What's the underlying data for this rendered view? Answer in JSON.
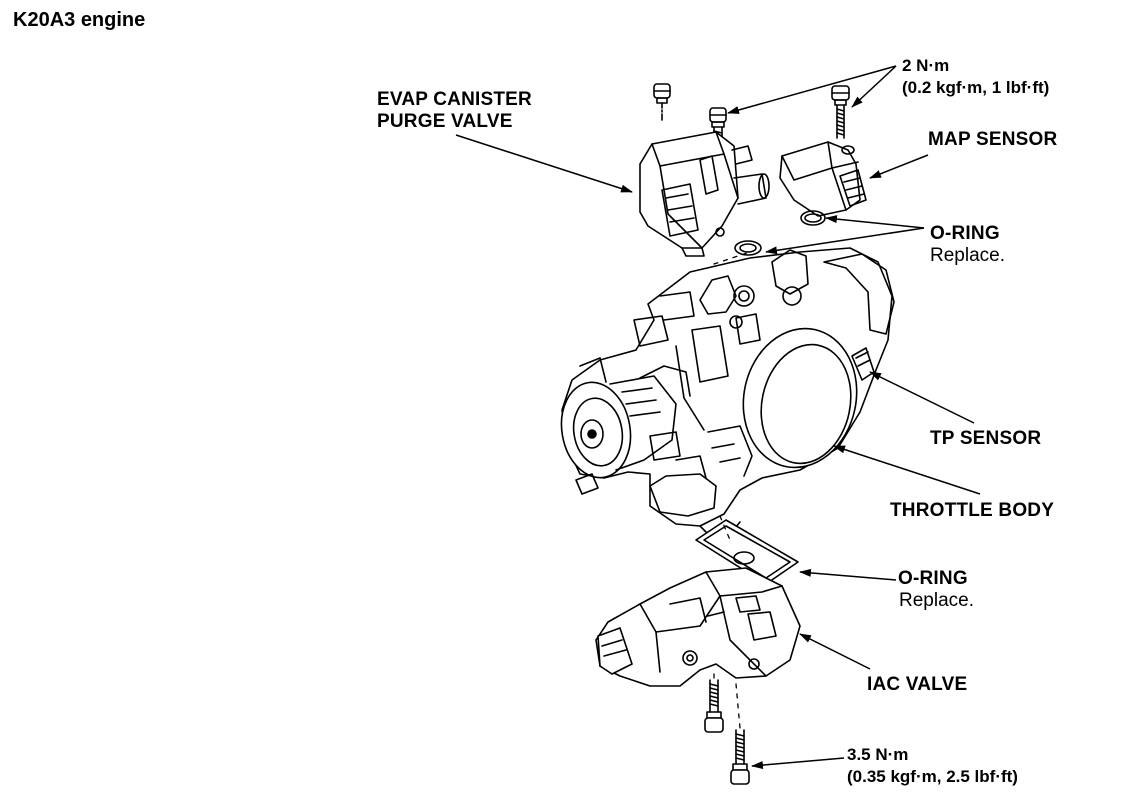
{
  "title": "K20A3 engine",
  "labels": {
    "evap_line1": "EVAP CANISTER",
    "evap_line2": "PURGE VALVE",
    "map_sensor": "MAP SENSOR",
    "o_ring": "O-RING",
    "replace": "Replace.",
    "tp_sensor": "TP SENSOR",
    "throttle_body": "THROTTLE BODY",
    "iac_valve": "IAC VALVE"
  },
  "torque_top": {
    "line1": "2 N·m",
    "line2": "(0.2 kgf·m, 1 lbf·ft)"
  },
  "torque_bottom": {
    "line1": "3.5 N·m",
    "line2": "(0.35 kgf·m, 2.5 lbf·ft)"
  }
}
